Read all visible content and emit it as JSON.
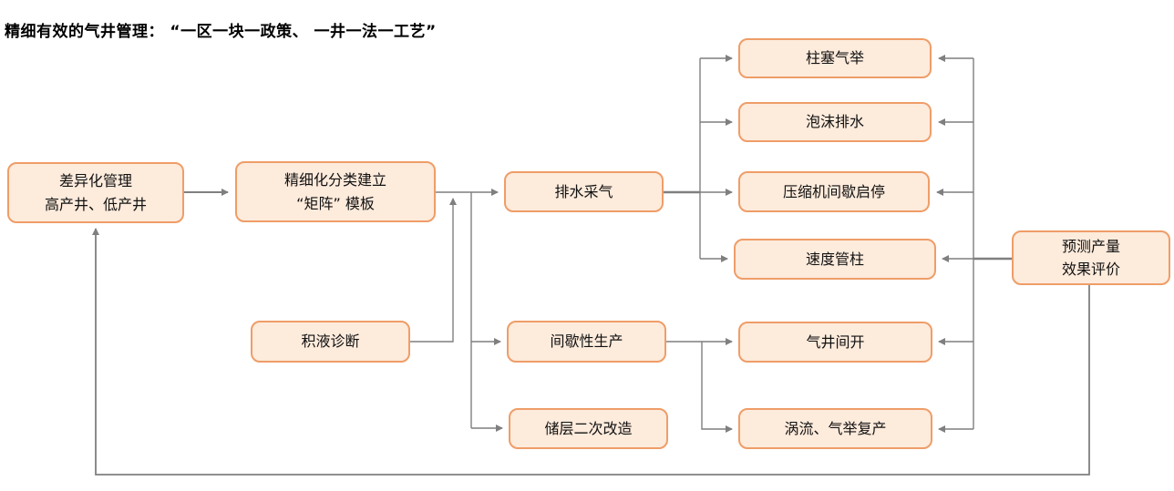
{
  "title": "精细有效的气井管理： “一区一块一政策、 一井一法一工艺”",
  "colors": {
    "box_fill": "#FDEBDC",
    "box_border": "#EF9D68",
    "connector": "#7F7F7F",
    "text": "#111111"
  },
  "nodes": {
    "diff_mgmt": "差异化管理\n高产井、低产井",
    "matrix": "精细化分类建立\n“矩阵” 模板",
    "liquid_diag": "积液诊断",
    "drainage": "排水采气",
    "intermittent": "间歇性生产",
    "reservoir": "储层二次改造",
    "plunger": "柱塞气举",
    "foam": "泡沫排水",
    "compressor": "压缩机间歇启停",
    "velocity": "速度管柱",
    "well_switch": "气井间开",
    "vortex": "涡流、气举复产",
    "predict": "预测产量\n效果评价"
  }
}
